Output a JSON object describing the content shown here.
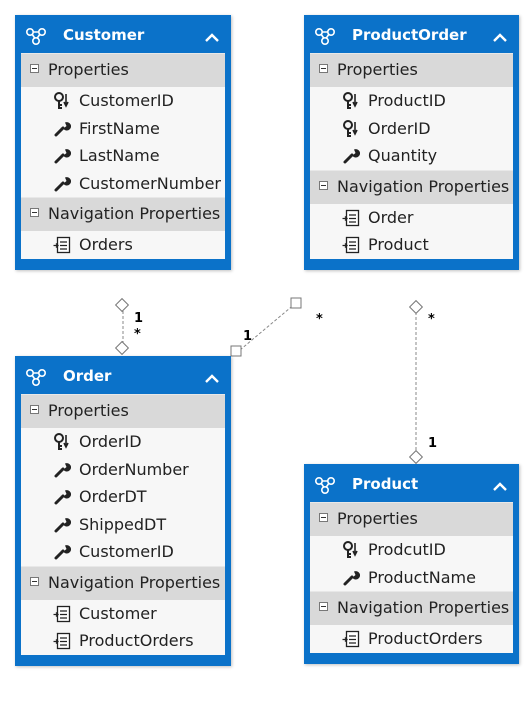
{
  "colors": {
    "entity_blue": "#0b72c9",
    "section_gray": "#d9d9d9",
    "item_bg": "#f7f7f7",
    "connector": "#888888"
  },
  "icons": {
    "entity": "entity-icon",
    "key": "key-icon",
    "property": "wrench-icon",
    "navigation": "navigation-property-icon",
    "collapse": "chevron-up-icon",
    "section": "collapse-minus-icon"
  },
  "entities": {
    "customer": {
      "title": "Customer",
      "properties_label": "Properties",
      "properties": [
        "CustomerID",
        "FirstName",
        "LastName",
        "CustomerNumber"
      ],
      "navigation_label": "Navigation Properties",
      "navigation": [
        "Orders"
      ]
    },
    "productorder": {
      "title": "ProductOrder",
      "properties_label": "Properties",
      "properties": [
        "ProductID",
        "OrderID",
        "Quantity"
      ],
      "navigation_label": "Navigation Properties",
      "navigation": [
        "Order",
        "Product"
      ]
    },
    "order": {
      "title": "Order",
      "properties_label": "Properties",
      "properties": [
        "OrderID",
        "OrderNumber",
        "OrderDT",
        "ShippedDT",
        "CustomerID"
      ],
      "navigation_label": "Navigation Properties",
      "navigation": [
        "Customer",
        "ProductOrders"
      ]
    },
    "product": {
      "title": "Product",
      "properties_label": "Properties",
      "properties": [
        "ProdcutID",
        "ProductName"
      ],
      "navigation_label": "Navigation Properties",
      "navigation": [
        "ProductOrders"
      ]
    }
  },
  "associations": {
    "customer_order": {
      "end1": "1",
      "end2": "*"
    },
    "order_productorder": {
      "end1": "1",
      "end2": "*"
    },
    "product_productorder": {
      "end1": "1",
      "end2": "*"
    }
  }
}
